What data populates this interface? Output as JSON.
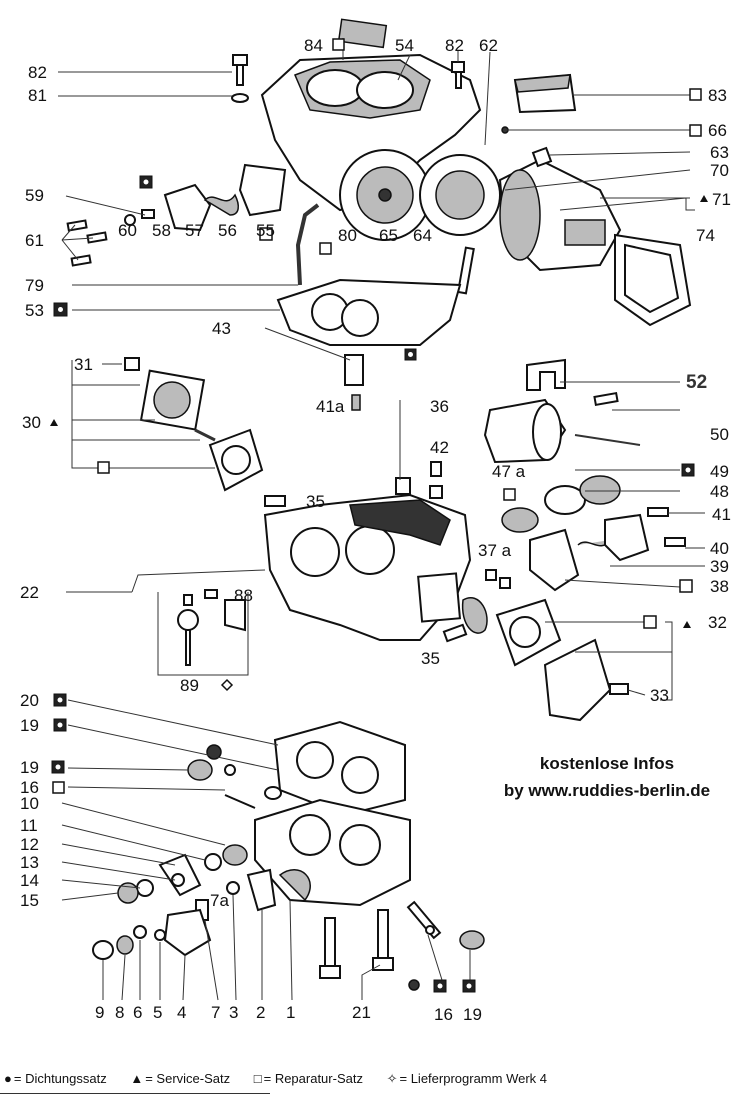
{
  "callouts": {
    "c84": "84",
    "c54": "54",
    "c82a": "82",
    "c62": "62",
    "c82": "82",
    "c81": "81",
    "c83": "83",
    "c66": "66",
    "c63": "63",
    "c70": "70",
    "c71": "71",
    "c59": "59",
    "c61": "61",
    "c60": "60",
    "c58": "58",
    "c57": "57",
    "c56": "56",
    "c55": "55",
    "c80": "80",
    "c65": "65",
    "c64": "64",
    "c74": "74",
    "c79": "79",
    "c53": "53",
    "c43": "43",
    "c31": "31",
    "c30": "30",
    "c41a": "41a",
    "c36": "36",
    "c42": "42",
    "c52": "52",
    "c50": "50",
    "c47a": "47 a",
    "c49": "49",
    "c48": "48",
    "c41": "41",
    "c40": "40",
    "c39": "39",
    "c38": "38",
    "c35a": "35",
    "c22": "22",
    "c88": "88",
    "c37a": "37 a",
    "c32": "32",
    "c35b": "35",
    "c89": "89",
    "c33": "33",
    "c20": "20",
    "c19a": "19",
    "c19b": "19",
    "c16a": "16",
    "c10": "10",
    "c11": "11",
    "c12": "12",
    "c13": "13",
    "c14": "14",
    "c15": "15",
    "c7a": "7a",
    "b9": "9",
    "b8": "8",
    "b6": "6",
    "b5": "5",
    "b4": "4",
    "b7": "7",
    "b3": "3",
    "b2": "2",
    "b1": "1",
    "b21": "21",
    "b16": "16",
    "b19": "19"
  },
  "info": {
    "line1": "kostenlose  Infos",
    "line2": "by  www.ruddies-berlin.de"
  },
  "legend": [
    {
      "symbol": "●",
      "text": "= Dichtungssatz"
    },
    {
      "symbol": "▲",
      "text": "= Service-Satz"
    },
    {
      "symbol": "□",
      "text": "= Reparatur-Satz"
    },
    {
      "symbol": "✧",
      "text": "= Lieferprogramm Werk 4"
    }
  ]
}
